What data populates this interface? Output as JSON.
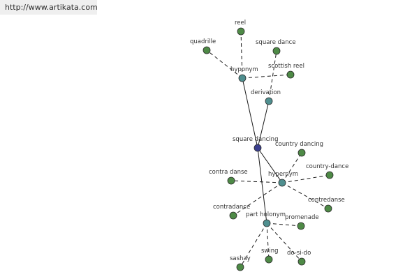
{
  "source_link": "http://www.artikata.com",
  "colors": {
    "center": "#3b3f8f",
    "relation": "#4f8f8f",
    "word": "#4e8a46",
    "edge": "#1a1a1a"
  },
  "graph": {
    "center": {
      "id": "square_dancing",
      "label": "square dancing",
      "kind": "center"
    },
    "relations": [
      {
        "id": "hyponym",
        "label": "hyponym",
        "kind": "relation"
      },
      {
        "id": "derivation",
        "label": "derivation",
        "kind": "relation"
      },
      {
        "id": "hypernym",
        "label": "hypernym",
        "kind": "relation"
      },
      {
        "id": "part_holonym",
        "label": "part holonym",
        "kind": "relation"
      }
    ],
    "words": [
      {
        "id": "reel",
        "label": "reel",
        "relation": "hyponym"
      },
      {
        "id": "quadrille",
        "label": "quadrille",
        "relation": "hyponym"
      },
      {
        "id": "square_dance",
        "label": "square dance",
        "relation": "derivation"
      },
      {
        "id": "scottish_reel",
        "label": "scottish reel",
        "relation": "hyponym"
      },
      {
        "id": "country_dancing",
        "label": "country dancing",
        "relation": "hypernym"
      },
      {
        "id": "country_dance",
        "label": "country-dance",
        "relation": "hypernym"
      },
      {
        "id": "contra_danse",
        "label": "contra danse",
        "relation": "hypernym"
      },
      {
        "id": "contredanse",
        "label": "contredanse",
        "relation": "hypernym"
      },
      {
        "id": "contradance",
        "label": "contradance",
        "relation": "hypernym"
      },
      {
        "id": "promenade",
        "label": "promenade",
        "relation": "part_holonym"
      },
      {
        "id": "sashay",
        "label": "sashay",
        "relation": "part_holonym"
      },
      {
        "id": "swing",
        "label": "swing",
        "relation": "part_holonym"
      },
      {
        "id": "do_si_do",
        "label": "do-si-do",
        "relation": "part_holonym"
      }
    ]
  }
}
